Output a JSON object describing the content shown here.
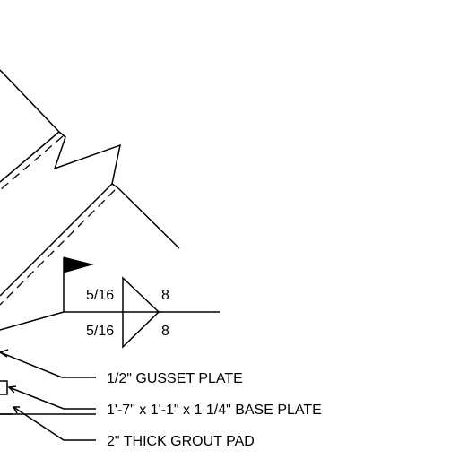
{
  "weld_symbol": {
    "arrow_side_size": "5/16",
    "arrow_side_length": "8",
    "other_side_size": "5/16",
    "other_side_length": "8",
    "field_weld_flag": true
  },
  "callouts": [
    {
      "text": "1/2\" GUSSET PLATE"
    },
    {
      "text": "1'-7\" x 1'-1\" x 1 1/4\" BASE PLATE"
    },
    {
      "text": "2\" THICK GROUT PAD"
    }
  ]
}
